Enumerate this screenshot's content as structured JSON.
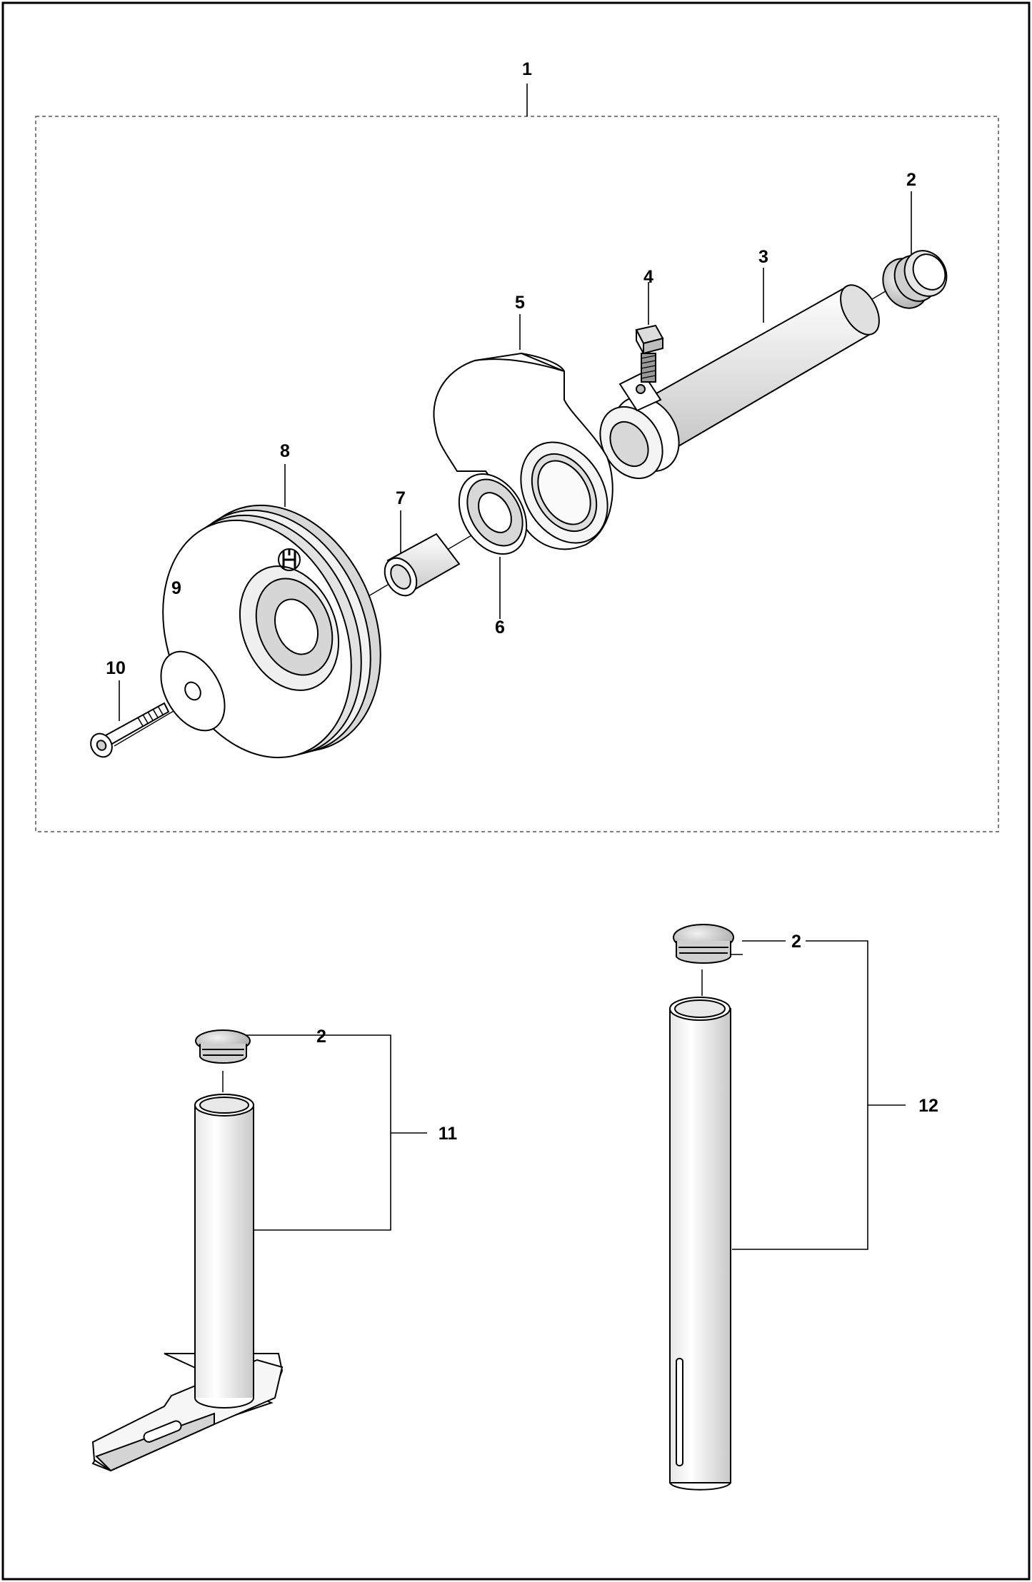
{
  "callouts": {
    "c1": "1",
    "c2a": "2",
    "c2b": "2",
    "c2c": "2",
    "c3": "3",
    "c4": "4",
    "c5": "5",
    "c6": "6",
    "c7": "7",
    "c8": "8",
    "c9": "9",
    "c10": "10",
    "c11": "11",
    "c12": "12"
  },
  "colors": {
    "line": "#000000",
    "part_fill": "#ffffff",
    "shade": "#dcdcdc",
    "dashed_box": "#555555"
  }
}
